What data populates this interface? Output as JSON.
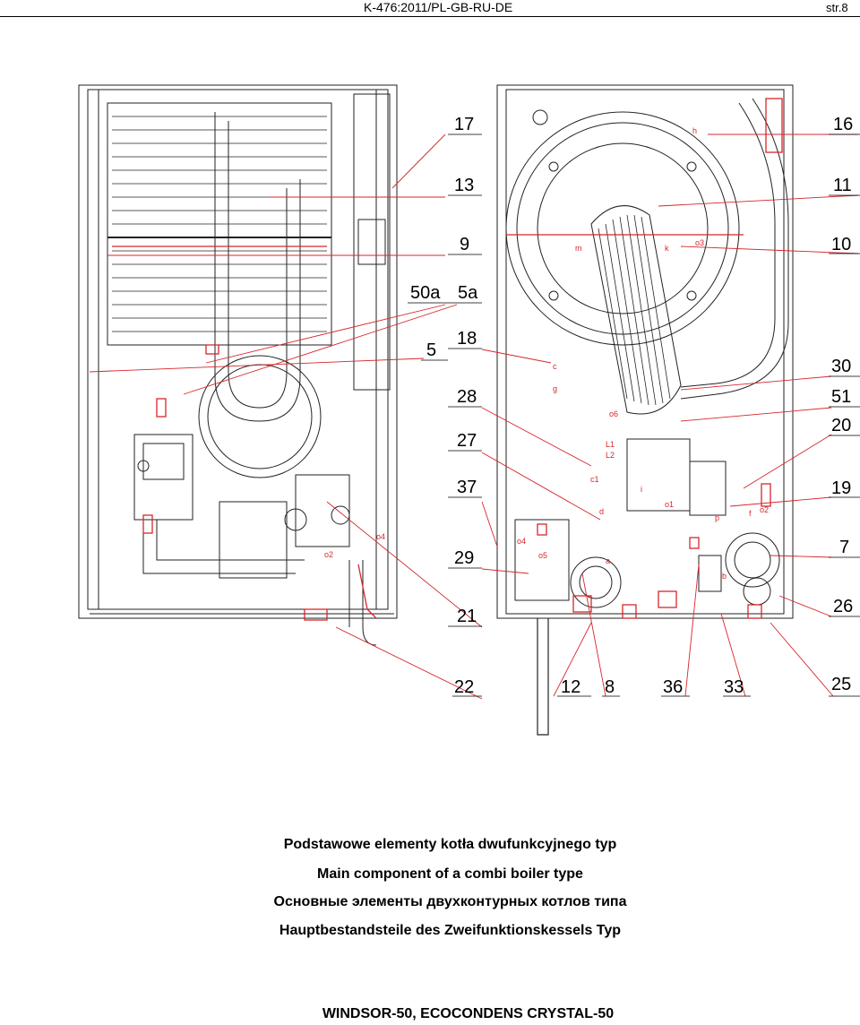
{
  "header": {
    "doc_code": "K-476:2011/PL-GB-RU-DE",
    "page": "str.8"
  },
  "diagram": {
    "callouts_left": [
      "17",
      "13",
      "9",
      "50a",
      "5a",
      "5",
      "18",
      "28",
      "27",
      "37",
      "29",
      "21"
    ],
    "callouts_right": [
      "16",
      "11",
      "10",
      "30",
      "51",
      "20",
      "19",
      "7",
      "26"
    ],
    "callouts_bottom": [
      "22",
      "12",
      "8",
      "36",
      "33",
      "25"
    ],
    "inner_labels": [
      "c",
      "g",
      "m",
      "k",
      "o3",
      "h",
      "o6",
      "L1",
      "L2",
      "c1",
      "d",
      "i",
      "o1",
      "p",
      "f",
      "o2",
      "o4",
      "o5",
      "a",
      "b",
      "o4",
      "o2"
    ]
  },
  "captions": {
    "pl": "Podstawowe elementy kotła dwufunkcyjnego typ",
    "en": "Main component of a combi boiler type",
    "ru": "Основные элементы двухконтурных котлов типа",
    "de": "Hauptbestandsteile des Zweifunktionskessels Typ"
  },
  "footer": {
    "model": "WINDSOR-50, ECOCONDENS CRYSTAL-50"
  },
  "colors": {
    "line": "#222222",
    "highlight": "#d7262b"
  }
}
